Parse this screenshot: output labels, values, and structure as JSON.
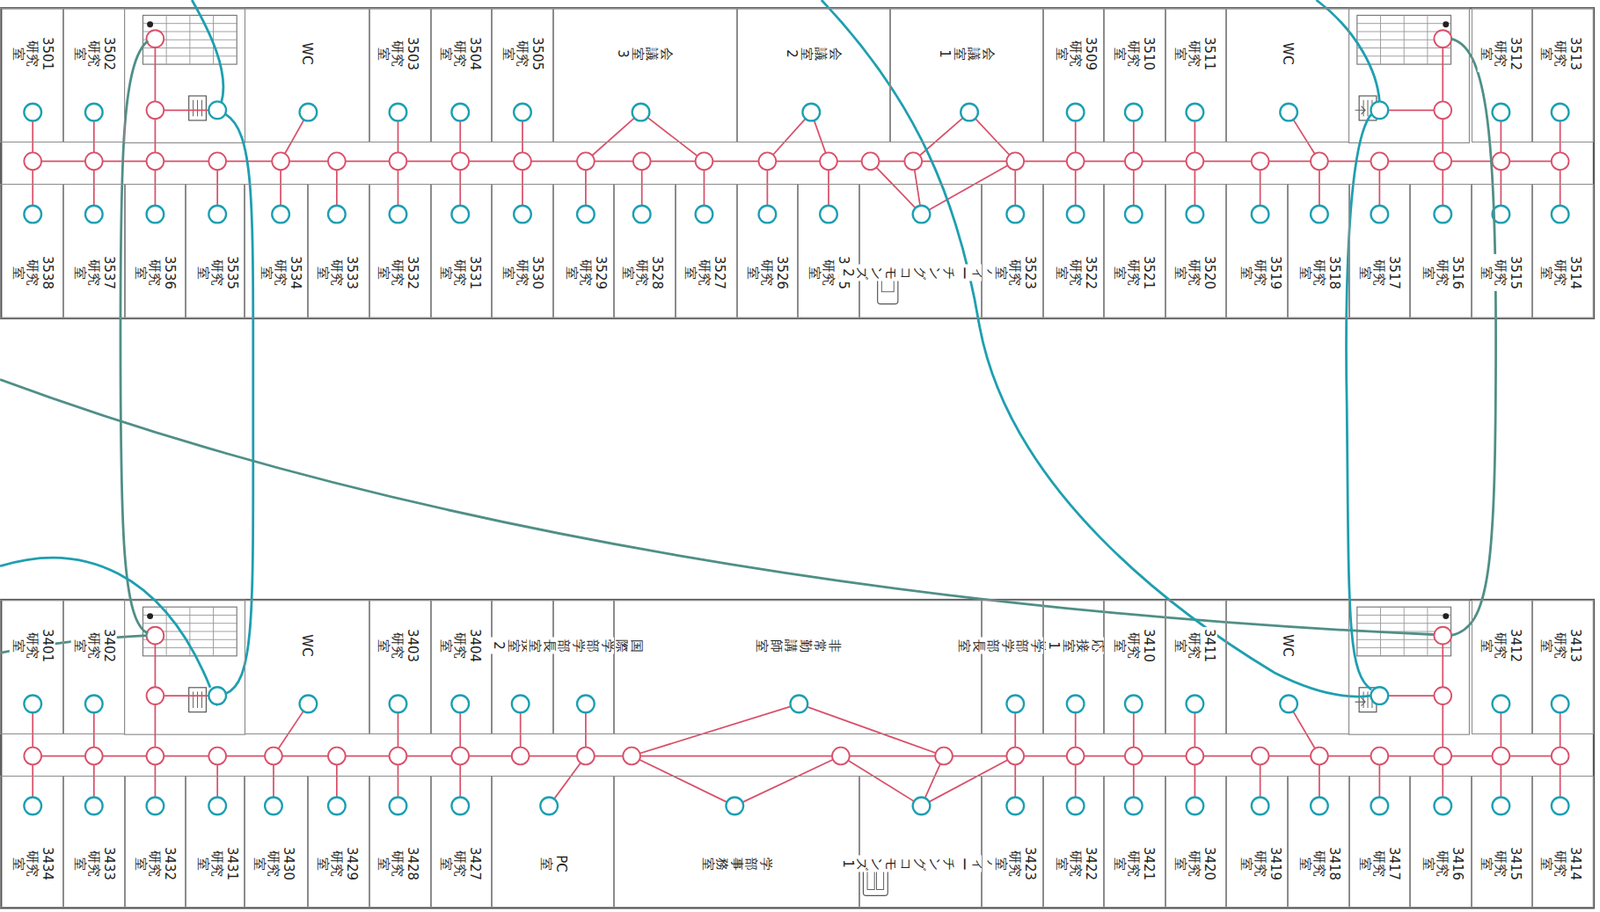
{
  "diagram": {
    "nodes": [
      {
        "text": [
          "3501 研究室"
        ]
      },
      {
        "text": [
          "3502 研究室"
        ]
      },
      {
        "text": [
          "WC"
        ]
      },
      {
        "text": [
          "3503 研究室"
        ]
      },
      {
        "text": [
          "3504 研究室"
        ]
      },
      {
        "text": [
          "3505 研究室"
        ]
      },
      {
        "text": [
          "会議室3"
        ]
      },
      {
        "text": [
          "会議室2"
        ]
      },
      {
        "text": [
          "会議室1"
        ]
      },
      {
        "text": [
          "3509 研究室"
        ]
      },
      {
        "text": [
          "3510 研究室"
        ]
      },
      {
        "text": [
          "3511 研究室"
        ]
      },
      {
        "text": [
          "WC"
        ]
      },
      {
        "text": [
          "3512 研究室"
        ]
      },
      {
        "text": [
          "3513 研究室"
        ]
      },
      {
        "text": [
          "3538 研究室"
        ]
      },
      {
        "text": [
          "3537 研究室"
        ]
      },
      {
        "text": [
          "3536 研究室"
        ]
      },
      {
        "text": [
          "3535 研究室"
        ]
      },
      {
        "text": [
          "3534 研究室"
        ]
      },
      {
        "text": [
          "3533 研究室"
        ]
      },
      {
        "text": [
          "3532 研究室"
        ]
      },
      {
        "text": [
          "3531 研究室"
        ]
      },
      {
        "text": [
          "3530 研究室"
        ]
      },
      {
        "text": [
          "3529 研究室"
        ]
      },
      {
        "text": [
          "3528 研究室"
        ]
      },
      {
        "text": [
          "3527 研究室"
        ]
      },
      {
        "text": [
          "3526 研究室"
        ]
      },
      {
        "text": [
          "3525 研究室"
        ]
      },
      {
        "text": [
          "ティーチング コモンズ2"
        ]
      },
      {
        "text": [
          "3523 研究室"
        ]
      },
      {
        "text": [
          "3522 研究室"
        ]
      },
      {
        "text": [
          "3521 研究室"
        ]
      },
      {
        "text": [
          "3520 研究室"
        ]
      },
      {
        "text": [
          "3519 研究室"
        ]
      },
      {
        "text": [
          "3518 研究室"
        ]
      },
      {
        "text": [
          "3517 研究室"
        ]
      },
      {
        "text": [
          "3516 研究室"
        ]
      },
      {
        "text": [
          "3515 研究室"
        ]
      },
      {
        "text": [
          "3514 研究室"
        ]
      },
      {
        "text": [
          "3401 研究室"
        ]
      },
      {
        "text": [
          "3402 研究室"
        ]
      },
      {
        "text": [
          "WC"
        ]
      },
      {
        "text": [
          "3403 研究室"
        ]
      },
      {
        "text": [
          "3404 研究室"
        ]
      },
      {
        "text": [
          "応接室2"
        ]
      },
      {
        "text": [
          "国際学部 学部長室"
        ]
      },
      {
        "text": [
          "非常勤講師室"
        ]
      },
      {
        "text": [
          "経営学部 学部長室"
        ]
      },
      {
        "text": [
          "応接室1"
        ]
      },
      {
        "text": [
          "3410 研究室"
        ]
      },
      {
        "text": [
          "3411 研究室"
        ]
      },
      {
        "text": [
          "WC"
        ]
      },
      {
        "text": [
          "3412 研究室"
        ]
      },
      {
        "text": [
          "3413 研究室"
        ]
      },
      {
        "text": [
          "3434 研究室"
        ]
      },
      {
        "text": [
          "3433 研究室"
        ]
      },
      {
        "text": [
          "3432 研究室"
        ]
      },
      {
        "text": [
          "3431 研究室"
        ]
      },
      {
        "text": [
          "3430 研究室"
        ]
      },
      {
        "text": [
          "3429 研究室"
        ]
      },
      {
        "text": [
          "3428 研究室"
        ]
      },
      {
        "text": [
          "3427 研究室"
        ]
      },
      {
        "text": [
          "PC室"
        ]
      },
      {
        "text": [
          "学部事務室"
        ]
      },
      {
        "text": [
          "ティーチング コモンズ1"
        ]
      },
      {
        "text": [
          "3423 研究室"
        ]
      },
      {
        "text": [
          "3422 研究室"
        ]
      },
      {
        "text": [
          "3421 研究室"
        ]
      },
      {
        "text": [
          "3420 研究室"
        ]
      },
      {
        "text": [
          "3419 研究室"
        ]
      },
      {
        "text": [
          "3418 研究室"
        ]
      },
      {
        "text": [
          "3417 研究室"
        ]
      },
      {
        "text": [
          "3416 研究室"
        ]
      },
      {
        "text": [
          "3415 研究室"
        ]
      },
      {
        "text": [
          "3414 研究室"
        ]
      }
    ]
  }
}
